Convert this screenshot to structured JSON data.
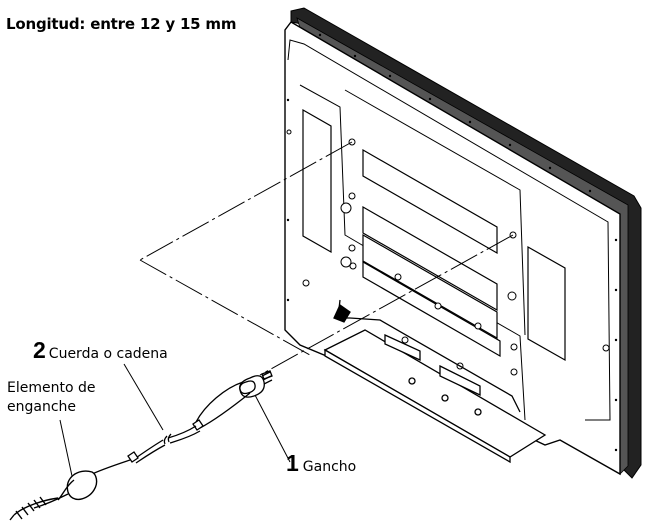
{
  "title": "Longitud: entre 12 y 15 mm",
  "callouts": {
    "cord": {
      "number": "2",
      "label": "Cuerda o cadena"
    },
    "hook": {
      "number": "1",
      "label": "Gancho"
    },
    "anchor": {
      "line1": "Elemento de",
      "line2": "enganche"
    }
  },
  "colors": {
    "line": "#000000",
    "panel_face": "#ffffff",
    "bezel": "#1a1a1a",
    "background": "#ffffff"
  }
}
